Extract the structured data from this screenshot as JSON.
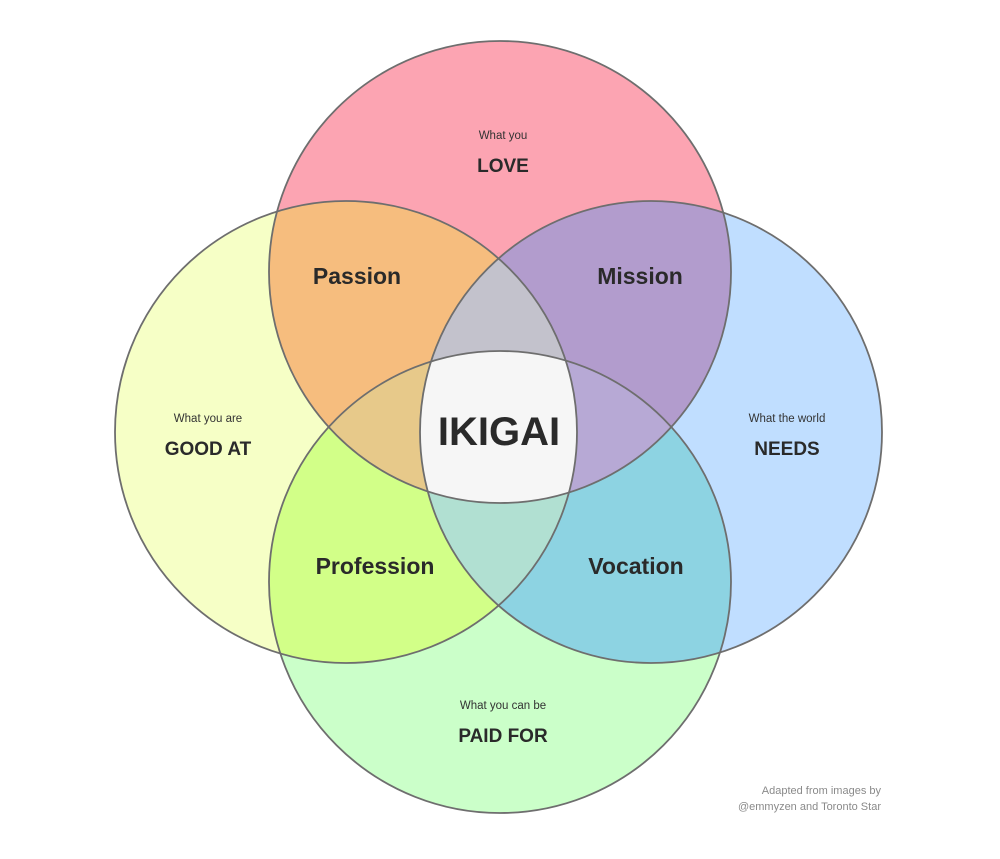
{
  "diagram": {
    "circles": [
      {
        "id": "love",
        "small": "What you",
        "big": "LOVE",
        "fill": "#fca4b2"
      },
      {
        "id": "good_at",
        "small": "What you are",
        "big": "GOOD AT",
        "fill": "#f6ffc6"
      },
      {
        "id": "needs",
        "small": "What the world",
        "big": "NEEDS",
        "fill": "#c0deff"
      },
      {
        "id": "paid_for",
        "small": "What you can be",
        "big": "PAID FOR",
        "fill": "#cbffc9"
      }
    ],
    "overlaps": {
      "passion": {
        "label": "Passion",
        "fill": "#f6bd7e"
      },
      "mission": {
        "label": "Mission",
        "fill": "#b29ccd"
      },
      "profession": {
        "label": "Profession",
        "fill": "#d2ff88"
      },
      "vocation": {
        "label": "Vocation",
        "fill": "#8dd3e2"
      },
      "love_good_needs": {
        "fill": "#c3c2cc"
      },
      "love_good_paid": {
        "fill": "#e7c98a"
      },
      "love_needs_paid": {
        "fill": "#b7a9d5"
      },
      "good_needs_paid": {
        "fill": "#b1e0d2"
      }
    },
    "center": {
      "label": "IKIGAI",
      "fill": "#f6f6f6"
    },
    "stroke_color": "#6e6e6e"
  },
  "credit": {
    "line1": "Adapted from images by",
    "line2": "@emmyzen and Toronto Star"
  }
}
